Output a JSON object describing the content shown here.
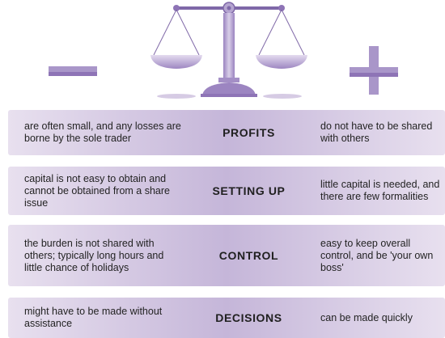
{
  "header": {
    "minus_symbol": "−",
    "plus_symbol": "+",
    "scale_icon": "balance-scale-icon"
  },
  "colors": {
    "purple_dark": "#8e74b6",
    "purple_light": "#d6cbe4",
    "purple_mid": "#a996c9",
    "row_gradient_center": "#c5b6d9",
    "row_gradient_edge": "#e8e0ef"
  },
  "rows": [
    {
      "heading": "PROFITS",
      "disadvantage": "are often small, and any losses are borne by the sole trader",
      "advantage": "do not have to be shared with others"
    },
    {
      "heading": "SETTING UP",
      "disadvantage": "capital is not easy to obtain and cannot be obtained from a share issue",
      "advantage": "little capital is needed, and there are few formalities"
    },
    {
      "heading": "CONTROL",
      "disadvantage": "the burden is not shared with others; typically long hours and little chance of holidays",
      "advantage": "easy to keep overall control, and be 'your own boss'"
    },
    {
      "heading": "DECISIONS",
      "disadvantage": "might have to be made without assistance",
      "advantage": "can be made quickly"
    }
  ]
}
